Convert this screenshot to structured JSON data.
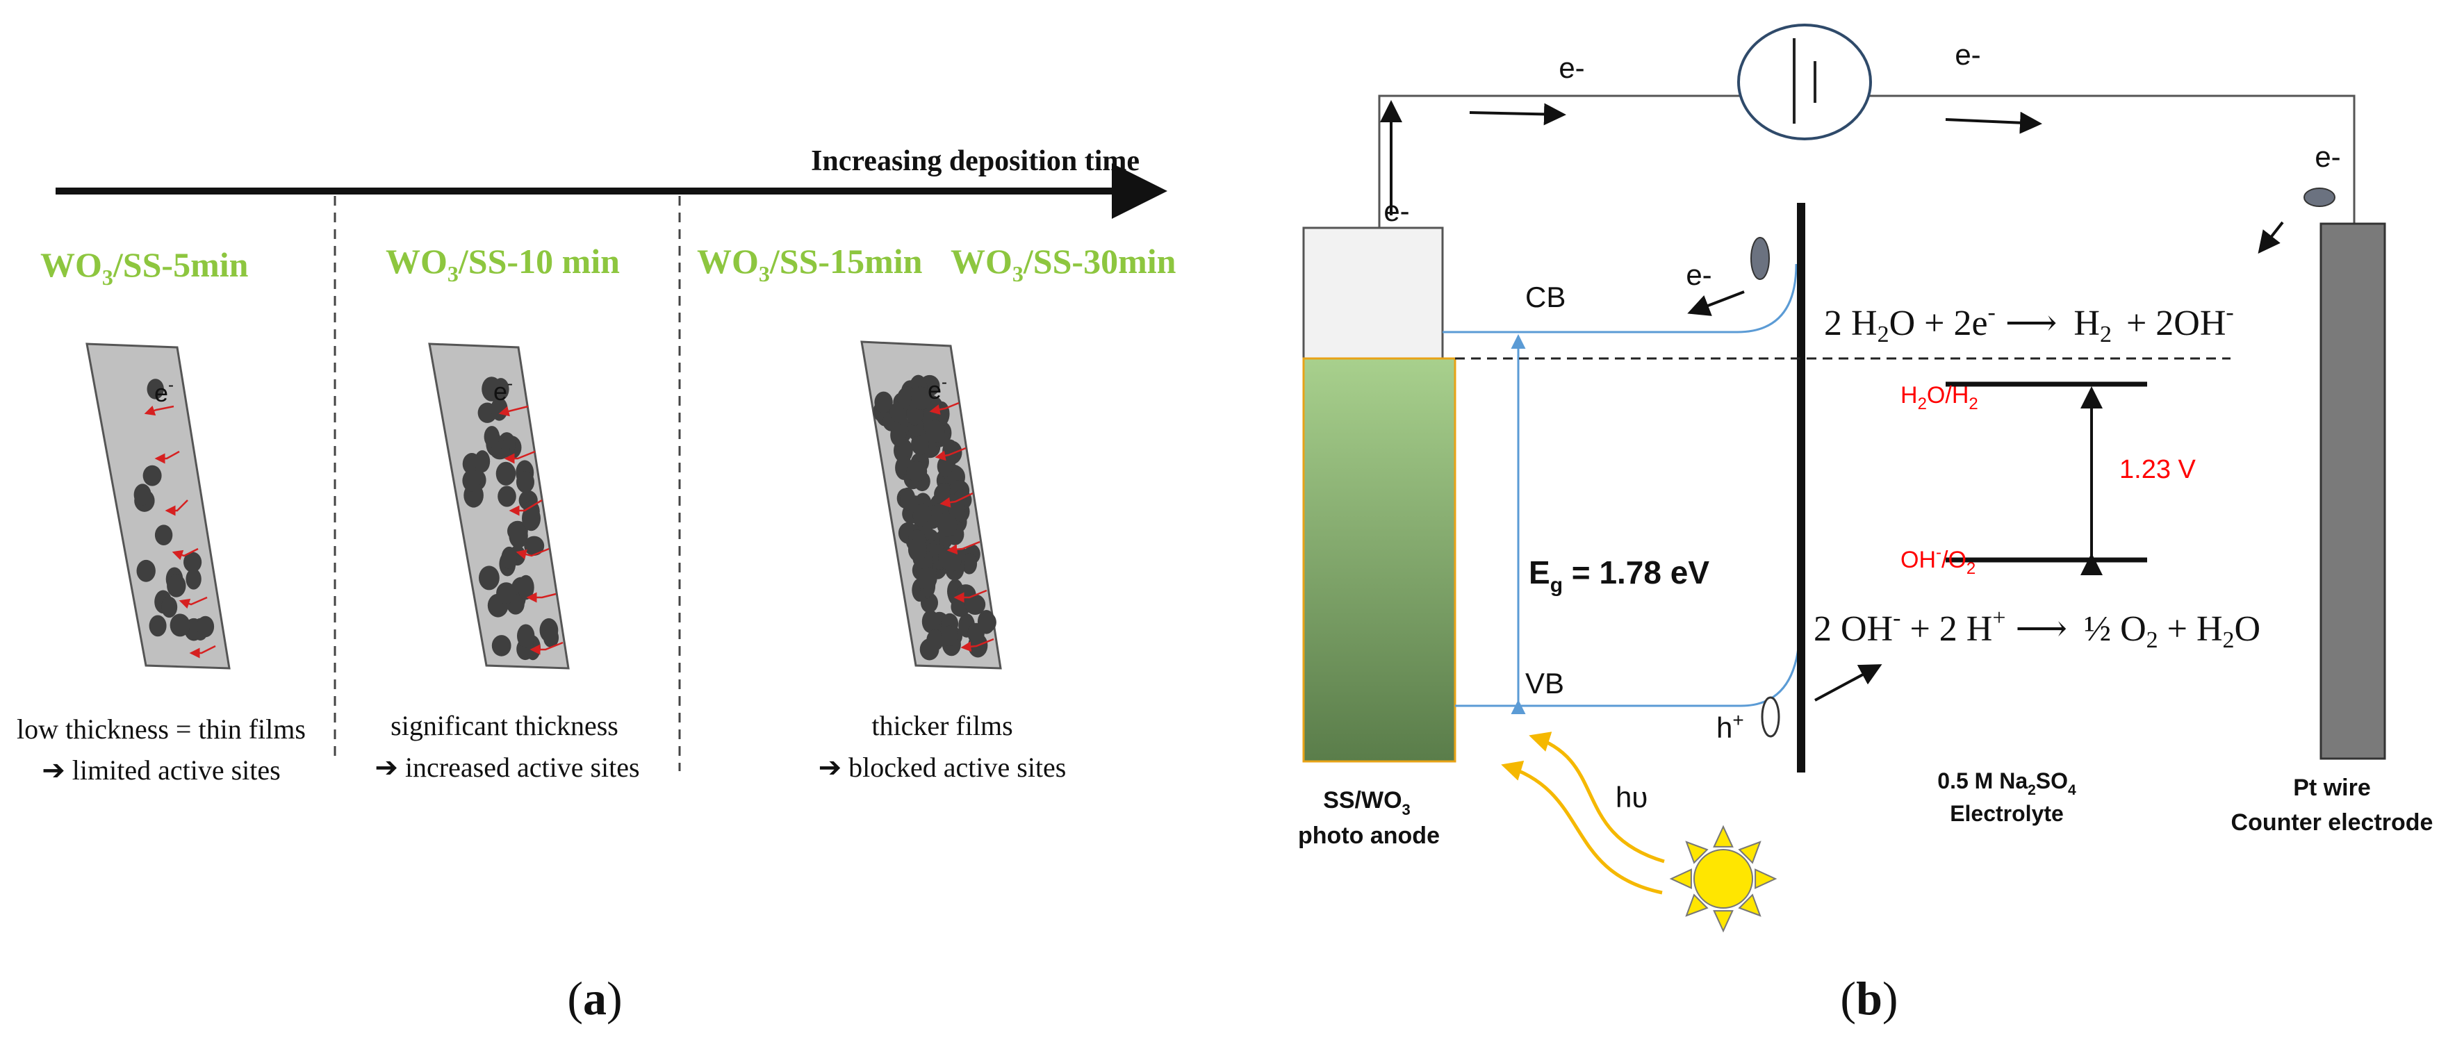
{
  "panel_a": {
    "arrow_label": "Increasing deposition time",
    "samples": [
      {
        "name_pre": "WO",
        "name_sub": "3",
        "name_post": "/SS-5min"
      },
      {
        "name_pre": "WO",
        "name_sub": "3",
        "name_post": "/SS-10 min"
      },
      {
        "name_pre": "WO",
        "name_sub": "3",
        "name_post": "/SS-15min"
      },
      {
        "name_pre": "WO",
        "name_sub": "3",
        "name_post": "/SS-30min"
      }
    ],
    "electron_label": "e",
    "electron_sup": "-",
    "captions": [
      {
        "line1": "low thickness = thin films",
        "line2": "➔ limited active sites"
      },
      {
        "line1": "significant thickness",
        "line2": "➔ increased active sites"
      },
      {
        "line1": "thicker films",
        "line2": "➔ blocked active sites"
      }
    ],
    "label": "(a)"
  },
  "panel_b": {
    "electron": "e-",
    "cb": "CB",
    "vb": "VB",
    "band_gap_pre": "E",
    "band_gap_sub": "g",
    "band_gap_post": " = 1.78 eV",
    "hole_pre": "h",
    "hole_sup": "+",
    "light": "hυ",
    "reaction_top": {
      "a": "2 H",
      "a_sub": "2",
      "b": "O + 2e",
      "b_sup": "-",
      "arrow": "⟶",
      "c": "H",
      "c_sub": "2",
      "d": " + 2OH",
      "d_sup": "-"
    },
    "reaction_bottom": {
      "a": "2 OH",
      "a_sup": "-",
      "b": " + 2 H",
      "b_sup": "+",
      "arrow": "⟶",
      "c": "½ O",
      "c_sub": "2",
      "d": " + H",
      "d_sub": "2",
      "e": "O"
    },
    "level_top": {
      "a": "H",
      "a_sub": "2",
      "b": "O/H",
      "b_sub": "2"
    },
    "level_bottom": {
      "a": "OH",
      "a_sup": "-",
      "b": "/O",
      "b_sub": "2"
    },
    "potential": "1.23 V",
    "photoanode": {
      "line1_pre": "SS/WO",
      "line1_sub": "3",
      "line2": "photo anode"
    },
    "electrolyte": {
      "line1_pre": "0.5 M Na",
      "line1_sub": "2",
      "line1_mid": "SO",
      "line1_sub2": "4",
      "line2": "Electrolyte"
    },
    "counter": {
      "line1": "Pt wire",
      "line2": "Counter electrode"
    },
    "label": "(b)"
  },
  "colors": {
    "green_text": "#8dc63f",
    "blue_line": "#5b9bd5",
    "red_text": "#ff0000",
    "sun": "#ffe600",
    "photoanode_top": "#a8d08d",
    "photoanode_bottom": "#5a7d4a"
  }
}
